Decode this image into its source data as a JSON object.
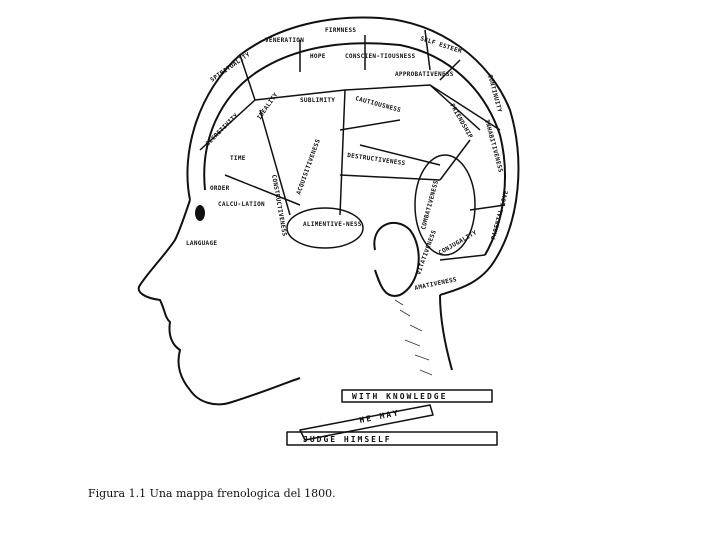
{
  "figure": {
    "caption": "Figura 1.1  Una mappa frenologica del 1800.",
    "regions": {
      "firmness": "FIRMNESS",
      "veneration": "VENERATION",
      "self_esteem": "SELF ESTEEM",
      "hope": "HOPE",
      "conscientiousness": "CONSCIEN-TIOUSNESS",
      "sublimity": "SUBLIMITY",
      "approbativeness": "APPROBATIVENESS",
      "ideality": "IDEALITY",
      "spirituality": "SPIRITUALITY",
      "secretivity": "SECRETIVITY",
      "cautiousness": "CAUTIOUSNESS",
      "continuity": "CONTINUITY",
      "inhabitiveness": "INHABITIVENESS",
      "friendship": "FRIENDSHIP",
      "acquisitiveness": "ACQUISITIVENESS",
      "destructiveness": "DESTRUCTIVENESS",
      "constructiveness": "CONSTRUCTIVENESS",
      "alimentiveness": "ALIMENTIVE-NESS",
      "combativeness": "COMBATIVENESS",
      "parental_love": "PARENTAL LOVE",
      "conjugality": "CONJUGALITY",
      "vitativeness": "VITATIVENESS",
      "amativeness": "AMATIVENESS",
      "time": "TIME",
      "order": "ORDER",
      "language": "LANGUAGE",
      "calculation": "CALCU-LATION"
    },
    "banners": {
      "with_knowledge": "WITH KNOWLEDGE",
      "he_may": "HE MAY",
      "judge_himself": "JUDGE   HIMSELF"
    }
  }
}
